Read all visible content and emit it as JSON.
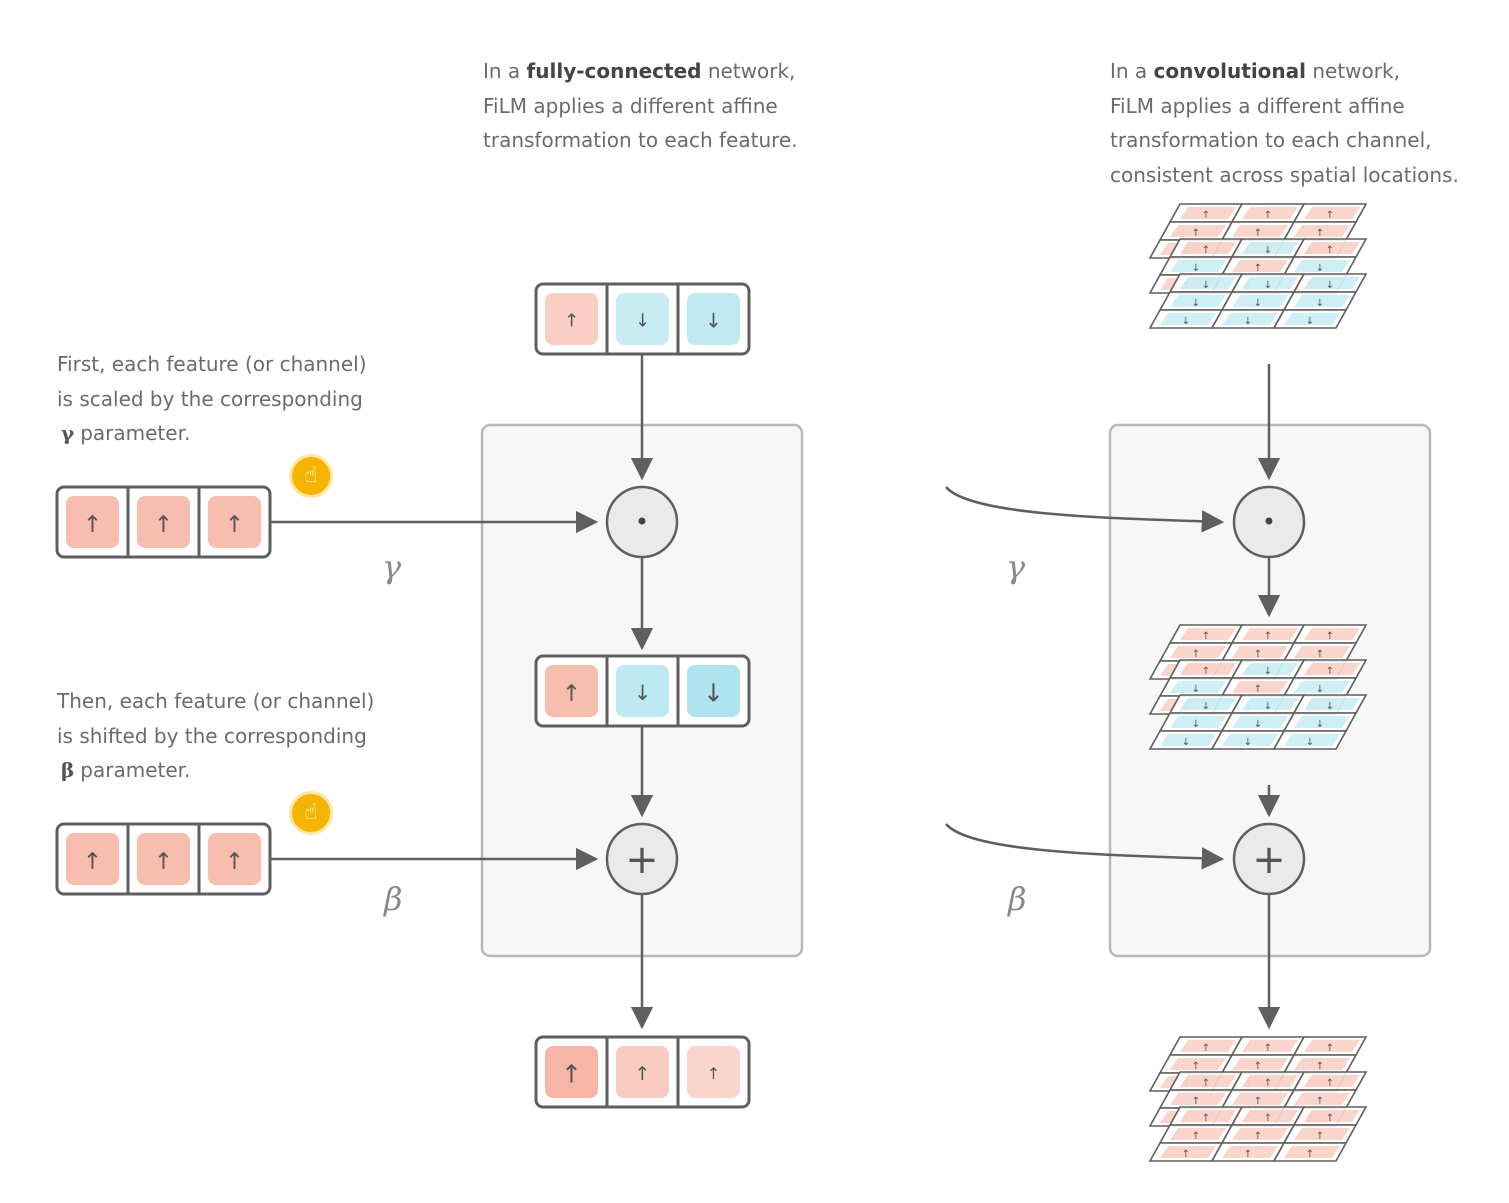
{
  "captions": {
    "fc": {
      "pre": "In a ",
      "bold": "fully-connected",
      "post": " network,",
      "line2": "FiLM applies a different affine",
      "line3": "transformation to each feature."
    },
    "conv": {
      "pre": "In a ",
      "bold": "convolutional",
      "post": " network,",
      "line2": "FiLM applies a different affine",
      "line3": "transformation to each channel,",
      "line4": "consistent across spatial locations."
    },
    "gamma": {
      "line1": "First, each feature (or channel)",
      "line2": "is scaled by the corresponding",
      "symbol": "γ",
      "tail": "parameter."
    },
    "beta": {
      "line1": "Then, each feature (or channel)",
      "line2": "is shifted by the corresponding",
      "symbol": "β",
      "tail": "parameter."
    }
  },
  "labels": {
    "gamma": "γ",
    "beta": "β"
  },
  "operators": {
    "multiply": "•",
    "add": "+"
  },
  "icons": {
    "hand": "pointer-hand-icon",
    "arrow_up": "↑",
    "arrow_down": "↓"
  },
  "colors": {
    "up_fill": "#f6b3a3",
    "down_fill": "#a8e2ee",
    "stroke": "#5f5f5f",
    "panel_fill": "#f7f7f7",
    "panel_stroke": "#b8b8b8",
    "op_fill": "#eaeaea",
    "accent": "#f4b400"
  },
  "vectors": {
    "fc_input": [
      {
        "dir": "up",
        "level": 0.45
      },
      {
        "dir": "down",
        "level": 0.45
      },
      {
        "dir": "down",
        "level": 0.6
      }
    ],
    "gamma": [
      {
        "dir": "up",
        "level": 0.8
      },
      {
        "dir": "up",
        "level": 0.8
      },
      {
        "dir": "up",
        "level": 0.8
      }
    ],
    "fc_scaled": [
      {
        "dir": "up",
        "level": 0.8
      },
      {
        "dir": "down",
        "level": 0.65
      },
      {
        "dir": "down",
        "level": 0.9
      }
    ],
    "beta": [
      {
        "dir": "up",
        "level": 0.8
      },
      {
        "dir": "up",
        "level": 0.8
      },
      {
        "dir": "up",
        "level": 0.8
      }
    ],
    "fc_output": [
      {
        "dir": "up",
        "level": 0.95
      },
      {
        "dir": "up",
        "level": 0.5
      },
      {
        "dir": "up",
        "level": 0.3
      }
    ]
  },
  "conv_stacks": {
    "input": [
      "up",
      "mixed",
      "down"
    ],
    "scaled": [
      "up",
      "mixed",
      "down"
    ],
    "output": [
      "up",
      "up",
      "up"
    ]
  }
}
